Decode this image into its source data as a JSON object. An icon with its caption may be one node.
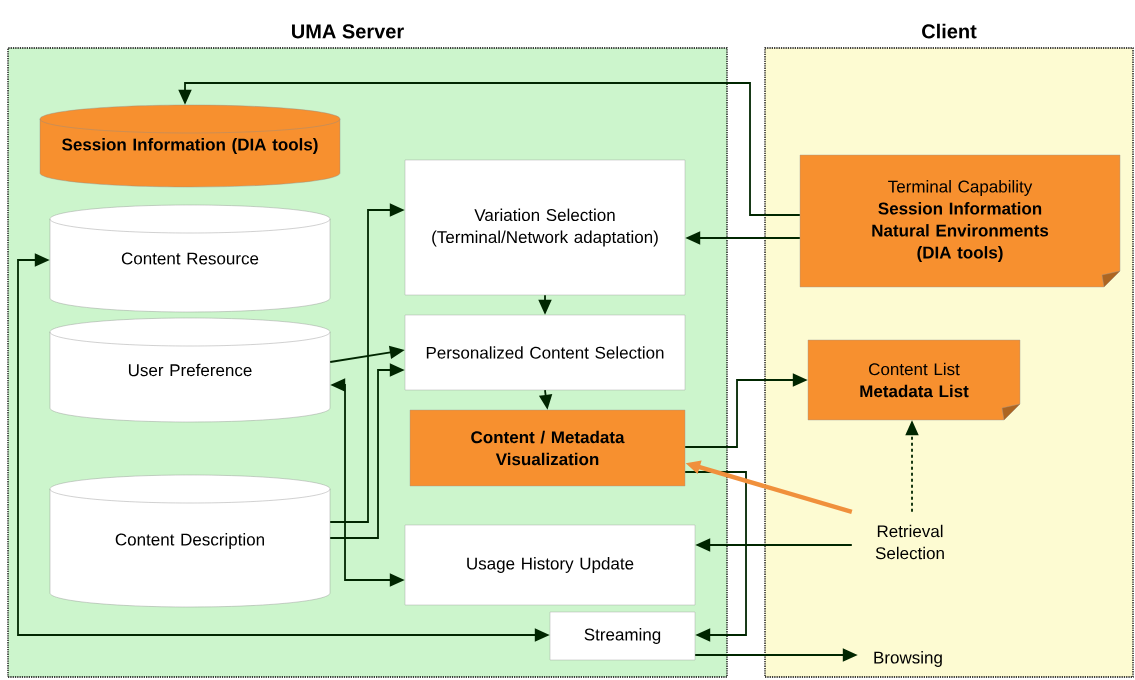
{
  "diagram": {
    "nodes": [
      {
        "text": [
          "UMA Server"
        ]
      },
      {
        "text": [
          "Client"
        ]
      },
      {
        "text": [
          "Session Information (DIA tools)"
        ],
        "in": 0
      },
      {
        "text": [
          "Variation Selection (Terminal/Network adaptation)"
        ],
        "in": 0
      },
      {
        "text": [
          "Content Resource"
        ],
        "in": 0
      },
      {
        "text": [
          "User Preference"
        ],
        "in": 0
      },
      {
        "text": [
          "Personalized Content Selection"
        ],
        "in": 0
      },
      {
        "text": [
          "Content / Metadata Visualization"
        ],
        "in": 0
      },
      {
        "text": [
          "Content Description"
        ],
        "in": 0
      },
      {
        "text": [
          "Usage History Update"
        ],
        "in": 0
      },
      {
        "text": [
          "Streaming"
        ],
        "in": 0
      },
      {
        "text": [
          "Terminal Capability",
          "Session Information",
          "Natural Environments",
          "(DIA tools)"
        ],
        "in": 1
      },
      {
        "text": [
          "Content List",
          "Metadata List"
        ],
        "in": 1
      },
      {
        "text": [
          "Retrieval Selection"
        ],
        "in": 1
      },
      {
        "text": [
          "Browsing"
        ],
        "in": 1
      }
    ],
    "edges": [
      {
        "from": 11,
        "to": 2,
        "arrow": "to"
      },
      {
        "from": 11,
        "to": 3,
        "arrow": "to"
      },
      {
        "from": 3,
        "to": 6,
        "arrow": "to"
      },
      {
        "from": 6,
        "to": 7,
        "arrow": "to"
      },
      {
        "from": 5,
        "to": 6,
        "arrow": "to"
      },
      {
        "from": 8,
        "to": 3,
        "arrow": "to"
      },
      {
        "from": 8,
        "to": 6,
        "arrow": "to"
      },
      {
        "from": 5,
        "to": 9,
        "arrow": "both"
      },
      {
        "from": 7,
        "to": 12,
        "arrow": "to"
      },
      {
        "from": 7,
        "to": 10,
        "arrow": "to"
      },
      {
        "from": 13,
        "to": 12,
        "arrow": "to",
        "style": "dashed"
      },
      {
        "from": 13,
        "to": 7,
        "arrow": "to",
        "style": "thick",
        "color": "#f0903c"
      },
      {
        "from": 13,
        "to": 9,
        "arrow": "to"
      },
      {
        "from": 10,
        "to": 4,
        "arrow": "both"
      },
      {
        "from": 10,
        "to": 14,
        "arrow": "to"
      }
    ]
  }
}
